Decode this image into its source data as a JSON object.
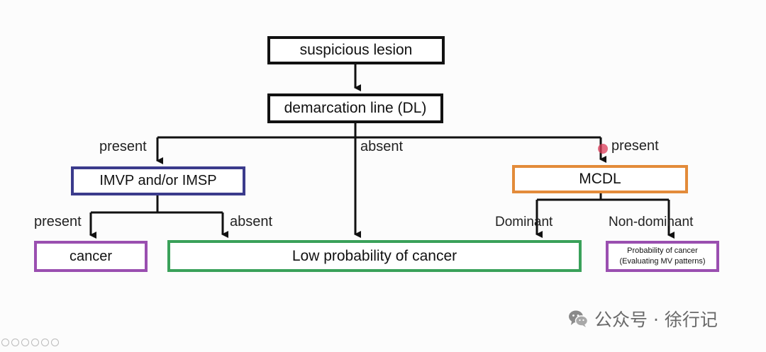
{
  "diagram": {
    "nodes": {
      "suspicious_lesion": "suspicious lesion",
      "demarcation_line": "demarcation line (DL)",
      "imvp_imsp": "IMVP and/or IMSP",
      "mcdl": "MCDL",
      "cancer": "cancer",
      "low_probability": "Low probability of cancer",
      "probability_line1": "Probability of cancer",
      "probability_line2": "(Evaluating MV patterns)"
    },
    "edge_labels": {
      "dl_present_left": "present",
      "dl_absent": "absent",
      "dl_present_right": "present",
      "imvp_present": "present",
      "imvp_absent": "absent",
      "mcdl_dominant": "Dominant",
      "mcdl_nondominant": "Non-dominant"
    },
    "colors": {
      "imvp_border": "#3b3b8c",
      "mcdl_border": "#e38b3a",
      "cancer_border": "#9a4fb0",
      "low_border": "#3aa15a"
    }
  },
  "watermark": {
    "text": "公众号 · 徐行记",
    "icon": "wechat-icon"
  }
}
